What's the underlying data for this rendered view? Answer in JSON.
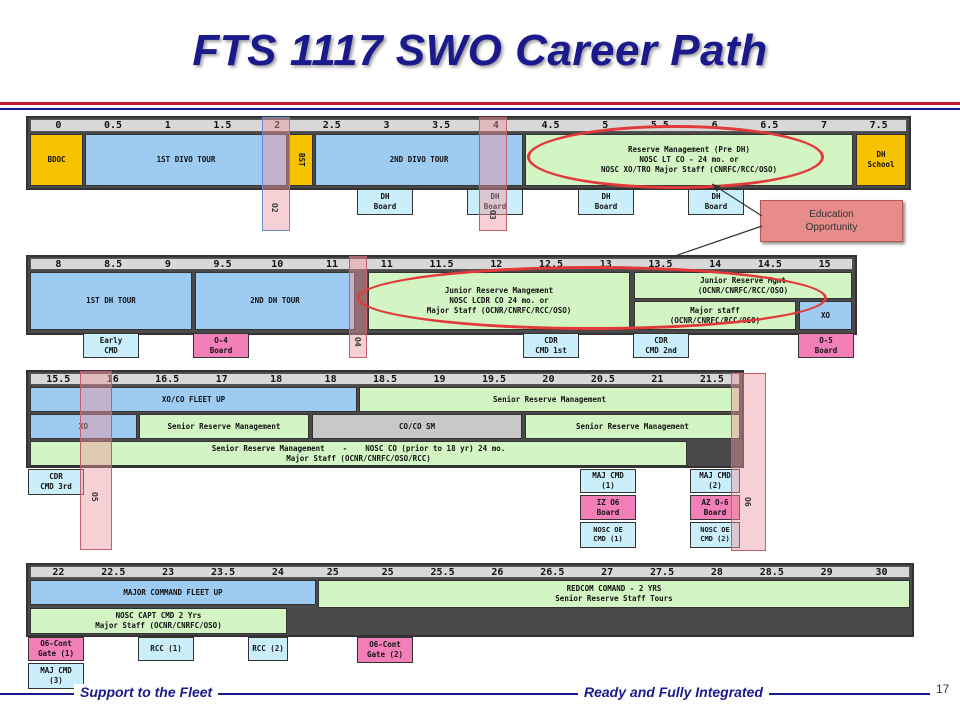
{
  "title": "FTS 1117 SWO Career Path",
  "footer": {
    "left": "Support to the Fleet",
    "right": "Ready and Fully Integrated",
    "page_number": "17"
  },
  "callout": {
    "line1": "Education",
    "line2": "Opportunity"
  },
  "rows": {
    "r1": {
      "ticks": [
        "0",
        "0.5",
        "1",
        "1.5",
        "2",
        "2.5",
        "3",
        "3.5",
        "4",
        "4.5",
        "5",
        "5.5",
        "6",
        "6.5",
        "7",
        "7.5"
      ],
      "bdoc": "BDOC",
      "div1": "1ST DIVO TOUR",
      "bst": "BST",
      "div2": "2ND DIVO TOUR",
      "rm_l1": "Reserve Management (Pre DH)",
      "rm_l2": "NOSC LT CO - 24 mo. or",
      "rm_l3": "NOSC XO/TRO Major Staff (CNRFC/RCC/OSO)",
      "dhschool_l1": "DH",
      "dhschool_l2": "School",
      "o2": "O2",
      "o3": "O3",
      "board1_l1": "DH",
      "board1_l2": "Board",
      "board2_l1": "DH",
      "board2_l2": "Board",
      "board3_l1": "DH",
      "board3_l2": "Board",
      "board4_l1": "DH",
      "board4_l2": "Board"
    },
    "r2": {
      "ticks": [
        "8",
        "8.5",
        "9",
        "9.5",
        "10",
        "11",
        "11",
        "11.5",
        "12",
        "12.5",
        "13",
        "13.5",
        "14",
        "14.5",
        "15"
      ],
      "dh1": "1ST DH TOUR",
      "dh2": "2ND DH TOUR",
      "jrm_l1": "Junior Reserve Mangement",
      "jrm_l2": "NOSC LCDR CO 24 mo. or",
      "jrm_l3": "Major Staff (OCNR/CNRFC/RCC/OSO)",
      "jrmr_l1": "Junior Reserve Mgmt",
      "jrmr_l2": "(OCNR/CNRFC/RCC/OSO)",
      "ms_l1": "Major staff",
      "ms_l2": "(OCNR/CNRFC/RCC/OSO)",
      "xo": "XO",
      "o4": "O4",
      "early_l1": "Early",
      "early_l2": "CMD",
      "o4b_l1": "O-4",
      "o4b_l2": "Board",
      "cdr1_l1": "CDR",
      "cdr1_l2": "CMD 1st",
      "cdr2_l1": "CDR",
      "cdr2_l2": "CMD 2nd",
      "o5b_l1": "O-5",
      "o5b_l2": "Board"
    },
    "r3": {
      "ticks": [
        "15.5",
        "16",
        "16.5",
        "17",
        "18",
        "18",
        "18.5",
        "19",
        "19.5",
        "20",
        "20.5",
        "21",
        "21.5"
      ],
      "xoco": "XO/CO FLEET UP",
      "srm1": "Senior Reserve Management",
      "xo": "XO",
      "srm2": "Senior Reserve Management",
      "cocosm": "CO/CO SM",
      "srm3": "Senior Reserve Management",
      "srm4_l1": "Senior Reserve Management    -    NOSC CO (prior to 18 yr) 24 mo.",
      "srm4_l2": "Major Staff (OCNR/CNRFC/OSO/RCC)",
      "cdr3_l1": "CDR",
      "cdr3_l2": "CMD 3rd",
      "o5": "O5",
      "o6": "O6",
      "majcmd1_l1": "MAJ CMD",
      "majcmd1_l2": "(1)",
      "iz06_l1": "IZ O6",
      "iz06_l2": "Board",
      "nosc1_l1": "NOSC OE",
      "nosc1_l2": "CMD (1)",
      "majcmd2_l1": "MAJ CMD",
      "majcmd2_l2": "(2)",
      "az06_l1": "AZ O-6",
      "az06_l2": "Board",
      "nosc2_l1": "NOSC OE",
      "nosc2_l2": "CMD (2)"
    },
    "r4": {
      "ticks": [
        "22",
        "22.5",
        "23",
        "23.5",
        "24",
        "25",
        "25",
        "25.5",
        "26",
        "26.5",
        "27",
        "27.5",
        "28",
        "28.5",
        "29",
        "30"
      ],
      "majcmd": "MAJOR COMMAND FLEET UP",
      "redcom_l1": "REDCOM COMAND - 2 YRS",
      "redcom_l2": "Senior Reserve Staff Tours",
      "nosccapt_l1": "NOSC CAPT CMD 2 Yrs",
      "nosccapt_l2": "Major Staff (OCNR/CNRFC/OSO)",
      "o6g1_l1": "O6-Cont",
      "o6g1_l2": "Gate (1)",
      "rcc1": "RCC (1)",
      "rcc2": "RCC (2)",
      "o6g2_l1": "O6-Cont",
      "o6g2_l2": "Gate (2)",
      "majcmd3_l1": "MAJ CMD",
      "majcmd3_l2": "(3)"
    }
  }
}
